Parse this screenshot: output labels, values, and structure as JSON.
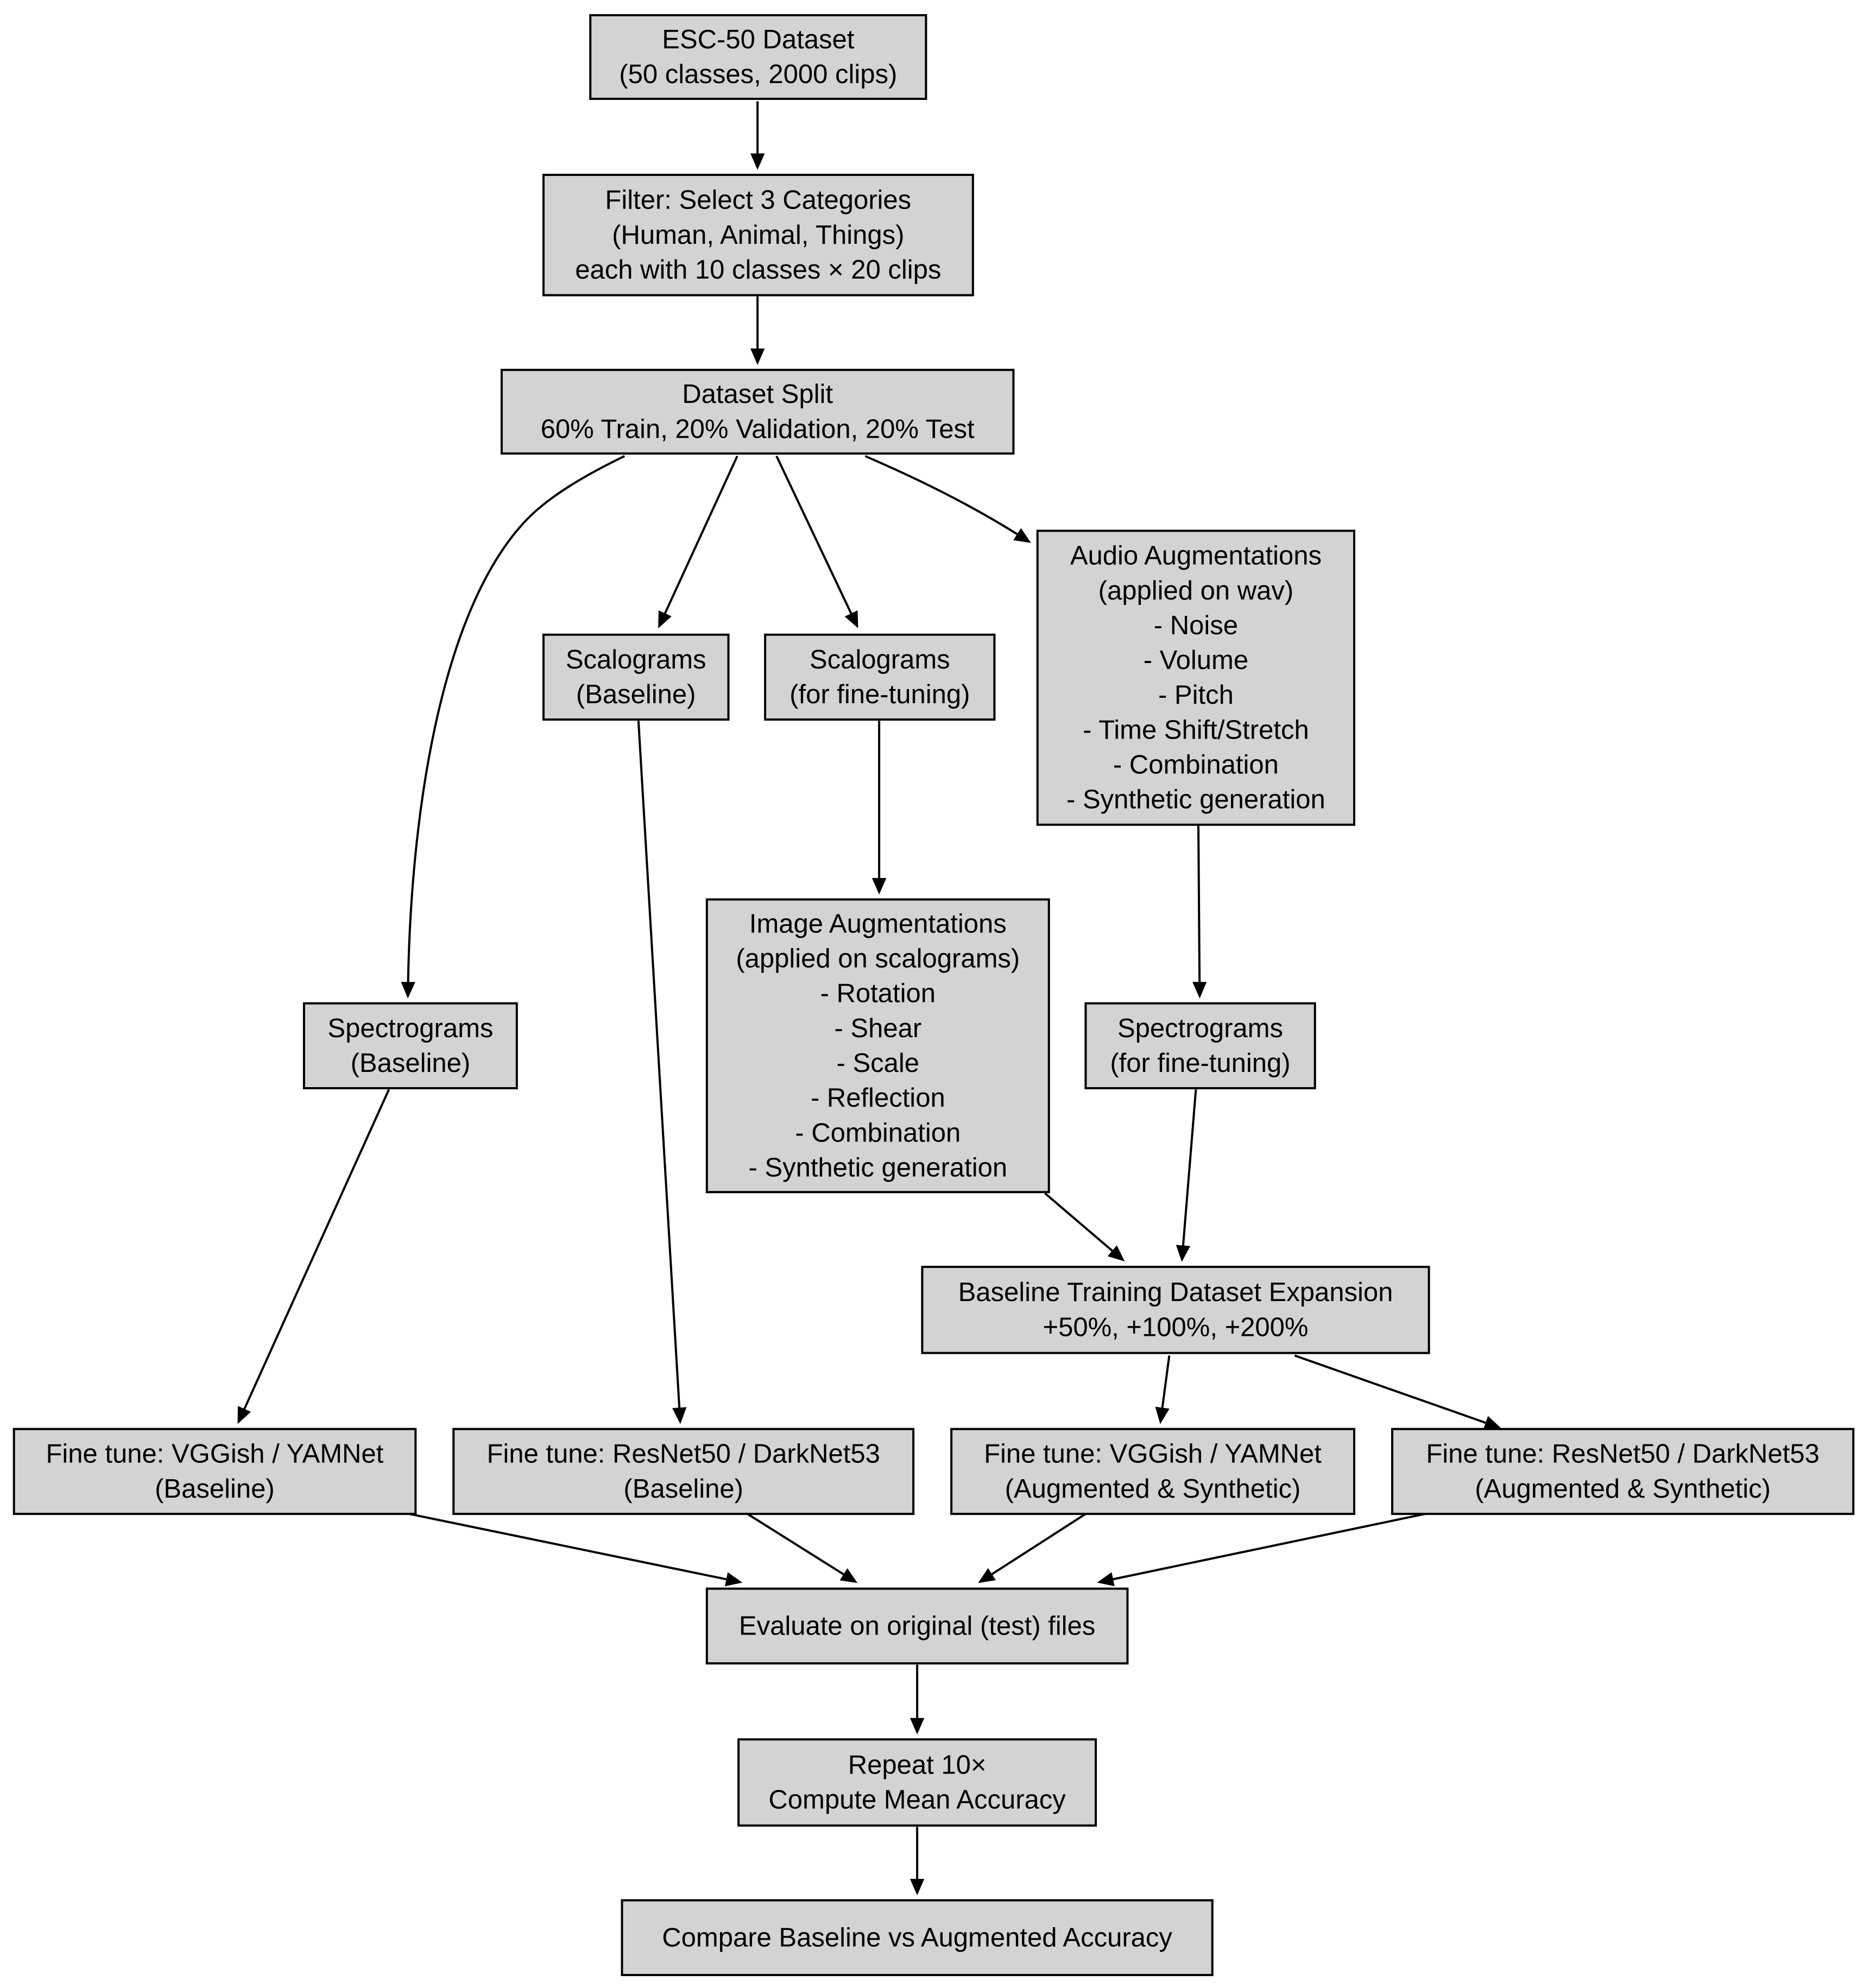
{
  "nodes": {
    "esc50": {
      "lines": [
        "ESC-50 Dataset",
        "(50 classes, 2000 clips)"
      ]
    },
    "filter": {
      "lines": [
        "Filter: Select 3 Categories",
        "(Human, Animal, Things)",
        "each with 10 classes × 20 clips"
      ]
    },
    "split": {
      "lines": [
        "Dataset Split",
        "60% Train, 20% Validation, 20% Test"
      ]
    },
    "audio_aug": {
      "lines": [
        "Audio Augmentations",
        "(applied on wav)",
        "- Noise",
        "- Volume",
        "- Pitch",
        "- Time Shift/Stretch",
        "- Combination",
        "- Synthetic generation"
      ]
    },
    "scalo_base": {
      "lines": [
        "Scalograms",
        "(Baseline)"
      ]
    },
    "scalo_ft": {
      "lines": [
        "Scalograms",
        "(for fine-tuning)"
      ]
    },
    "image_aug": {
      "lines": [
        "Image Augmentations",
        "(applied on scalograms)",
        "- Rotation",
        "- Shear",
        "- Scale",
        "- Reflection",
        "- Combination",
        "- Synthetic generation"
      ]
    },
    "spec_base": {
      "lines": [
        "Spectrograms",
        "(Baseline)"
      ]
    },
    "spec_ft": {
      "lines": [
        "Spectrograms",
        "(for fine-tuning)"
      ]
    },
    "expansion": {
      "lines": [
        "Baseline Training Dataset Expansion",
        "+50%, +100%, +200%"
      ]
    },
    "ft_vgg_base": {
      "lines": [
        "Fine tune: VGGish / YAMNet",
        "(Baseline)"
      ]
    },
    "ft_res_base": {
      "lines": [
        "Fine tune: ResNet50 / DarkNet53",
        "(Baseline)"
      ]
    },
    "ft_vgg_aug": {
      "lines": [
        "Fine tune: VGGish / YAMNet",
        "(Augmented & Synthetic)"
      ]
    },
    "ft_res_aug": {
      "lines": [
        "Fine tune: ResNet50 / DarkNet53",
        "(Augmented & Synthetic)"
      ]
    },
    "evaluate": {
      "lines": [
        "Evaluate on original (test) files"
      ]
    },
    "repeat": {
      "lines": [
        "Repeat 10×",
        "Compute Mean Accuracy"
      ]
    },
    "compare": {
      "lines": [
        "Compare Baseline vs Augmented Accuracy"
      ]
    }
  },
  "edges": [
    {
      "from": "esc50",
      "to": "filter"
    },
    {
      "from": "filter",
      "to": "split"
    },
    {
      "from": "split",
      "to": "spec_base"
    },
    {
      "from": "split",
      "to": "scalo_base"
    },
    {
      "from": "split",
      "to": "scalo_ft"
    },
    {
      "from": "split",
      "to": "audio_aug"
    },
    {
      "from": "scalo_ft",
      "to": "image_aug"
    },
    {
      "from": "audio_aug",
      "to": "spec_ft"
    },
    {
      "from": "image_aug",
      "to": "expansion"
    },
    {
      "from": "spec_ft",
      "to": "expansion"
    },
    {
      "from": "spec_base",
      "to": "ft_vgg_base"
    },
    {
      "from": "scalo_base",
      "to": "ft_res_base"
    },
    {
      "from": "expansion",
      "to": "ft_vgg_aug"
    },
    {
      "from": "expansion",
      "to": "ft_res_aug"
    },
    {
      "from": "ft_vgg_base",
      "to": "evaluate"
    },
    {
      "from": "ft_res_base",
      "to": "evaluate"
    },
    {
      "from": "ft_vgg_aug",
      "to": "evaluate"
    },
    {
      "from": "ft_res_aug",
      "to": "evaluate"
    },
    {
      "from": "evaluate",
      "to": "repeat"
    },
    {
      "from": "repeat",
      "to": "compare"
    }
  ],
  "colors": {
    "node_fill": "#d3d3d3",
    "node_stroke": "#000000",
    "edge": "#000000",
    "background": "#ffffff"
  }
}
